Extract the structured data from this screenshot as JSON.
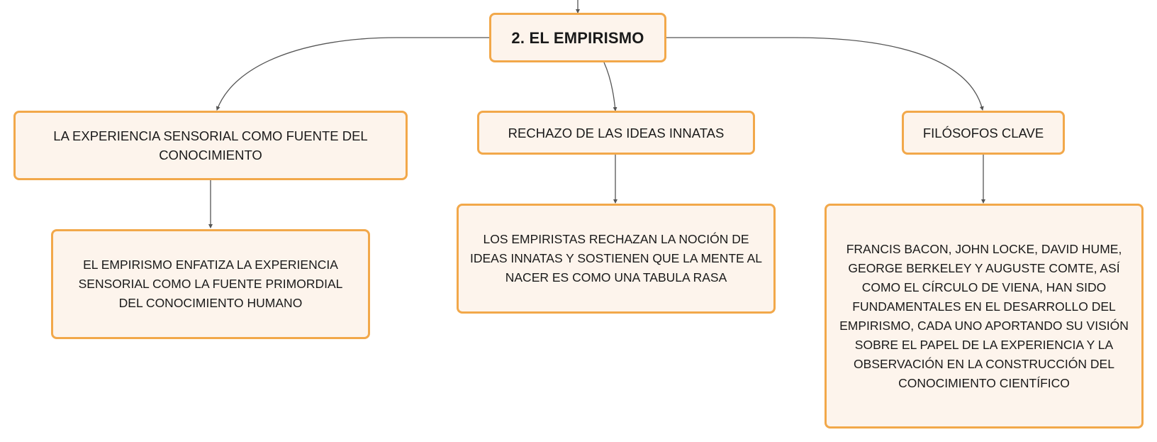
{
  "root": {
    "label": "2. EL EMPIRISMO"
  },
  "branches": [
    {
      "title": "LA EXPERIENCIA SENSORIAL COMO FUENTE DEL CONOCIMIENTO",
      "detail": "EL EMPIRISMO ENFATIZA LA EXPERIENCIA SENSORIAL COMO LA FUENTE PRIMORDIAL DEL CONOCIMIENTO HUMANO"
    },
    {
      "title": "RECHAZO DE LAS IDEAS INNATAS",
      "detail": "LOS EMPIRISTAS RECHAZAN LA NOCIÓN DE IDEAS INNATAS Y SOSTIENEN QUE LA MENTE AL NACER ES COMO UNA TABULA RASA"
    },
    {
      "title": "FILÓSOFOS CLAVE",
      "detail": "FRANCIS BACON, JOHN LOCKE, DAVID HUME, GEORGE BERKELEY Y AUGUSTE COMTE, ASÍ COMO EL CÍRCULO DE VIENA, HAN SIDO FUNDAMENTALES EN EL DESARROLLO DEL EMPIRISMO, CADA UNO APORTANDO SU VISIÓN SOBRE EL PAPEL DE LA EXPERIENCIA Y LA OBSERVACIÓN EN LA CONSTRUCCIÓN DEL CONOCIMIENTO CIENTÍFICO"
    }
  ],
  "colors": {
    "node_fill": "#fdf4ec",
    "node_border": "#f2a84a",
    "connector": "#555555",
    "text": "#1a1a1a"
  }
}
